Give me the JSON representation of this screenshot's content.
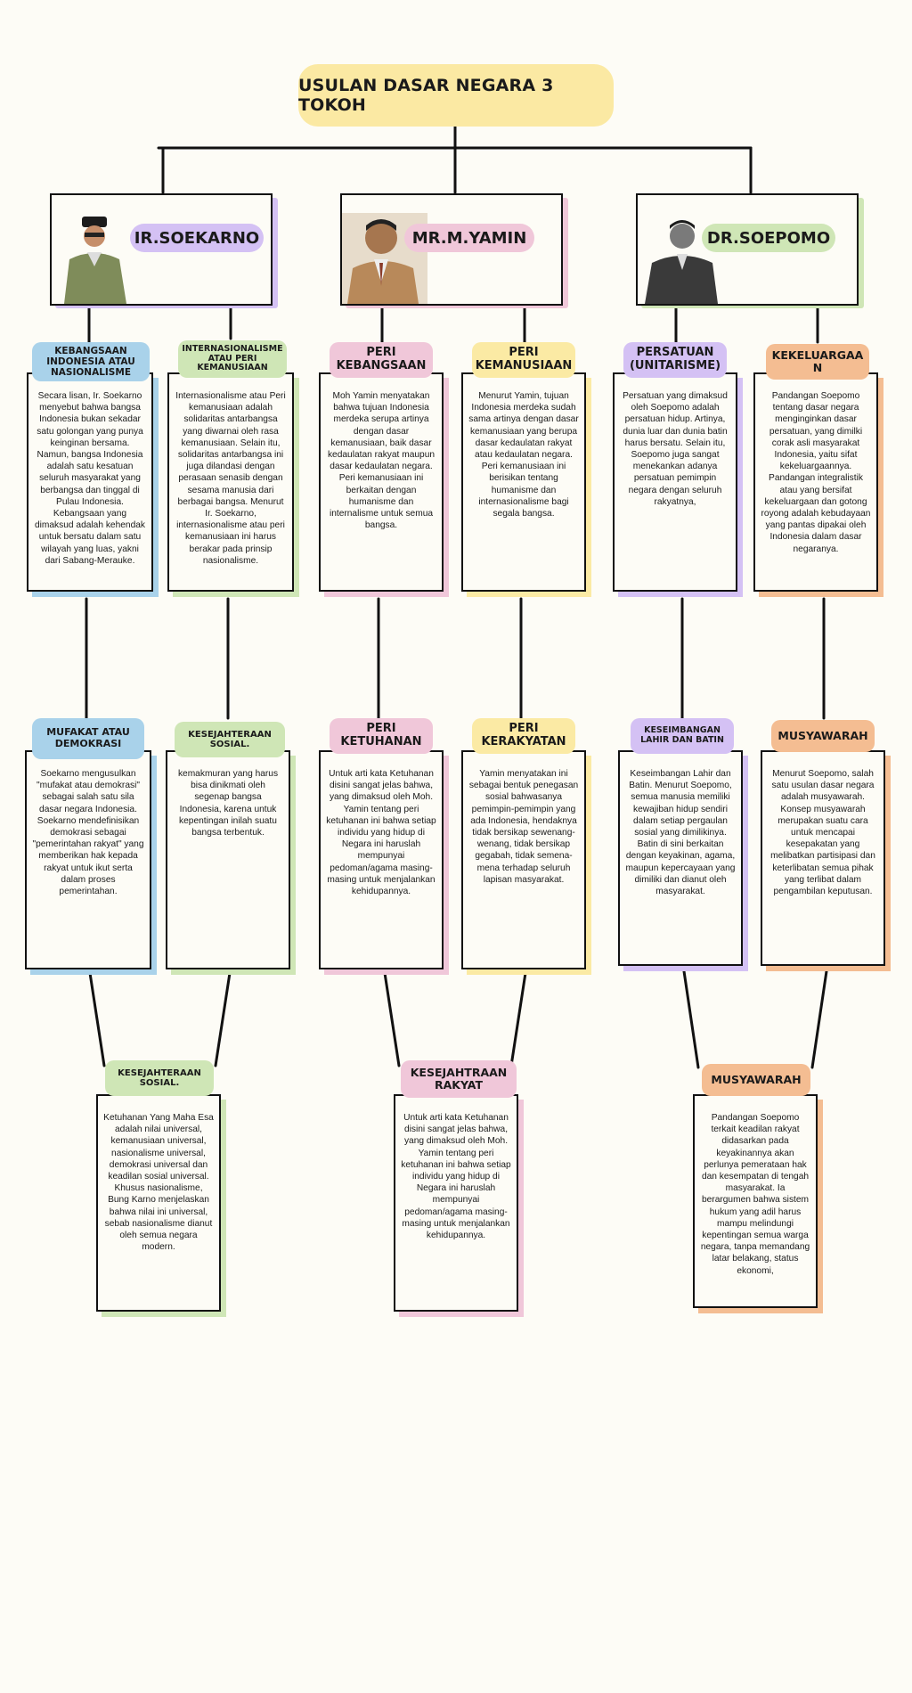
{
  "title": "USULAN DASAR NEGARA 3 TOKOH",
  "colors": {
    "blue": "#a9d2ea",
    "green": "#cfe6b6",
    "pink": "#f0c7d9",
    "yellow": "#fbeaa4",
    "purple": "#d4c1f4",
    "orange": "#f4bd92"
  },
  "figures": [
    {
      "name": "IR.SOEKARNO"
    },
    {
      "name": "MR.M.YAMIN"
    },
    {
      "name": "DR.SOEPOMO"
    }
  ],
  "row1": [
    {
      "heading": "KEBANGSAAN INDONESIA ATAU NASIONALISME",
      "text": "Secara lisan, Ir. Soekarno menyebut bahwa bangsa Indonesia bukan sekadar satu golongan yang punya keinginan bersama. Namun, bangsa Indonesia adalah satu kesatuan seluruh masyarakat yang berbangsa dan tinggal di Pulau Indonesia. Kebangsaan yang dimaksud adalah kehendak untuk bersatu dalam satu wilayah yang luas, yakni dari Sabang-Merauke."
    },
    {
      "heading": "INTERNASIONALISME ATAU PERI KEMANUSIAAN",
      "text": "Internasionalisme atau Peri kemanusiaan adalah solidaritas antarbangsa yang diwarnai oleh rasa kemanusiaan. Selain itu, solidaritas antarbangsa ini juga dilandasi dengan perasaan senasib dengan sesama manusia dari berbagai bangsa. Menurut Ir. Soekarno, internasionalisme atau peri kemanusiaan ini harus berakar pada prinsip nasionalisme."
    },
    {
      "heading": "PERI KEBANGSAAN",
      "text": "Moh Yamin menyatakan bahwa tujuan Indonesia merdeka serupa artinya dengan dasar kemanusiaan, baik dasar kedaulatan rakyat maupun dasar kedaulatan negara. Peri kemanusiaan ini berkaitan dengan humanisme dan internalisme untuk semua bangsa."
    },
    {
      "heading": "PERI KEMANUSIAAN",
      "text": "Menurut Yamin, tujuan Indonesia merdeka sudah sama artinya dengan dasar kemanusiaan yang berupa dasar kedaulatan rakyat atau kedaulatan negara. Peri kemanusiaan ini berisikan tentang humanisme dan internasionalisme bagi segala bangsa."
    },
    {
      "heading": "PERSATUAN (UNITARISME)",
      "text": "Persatuan yang dimaksud oleh Soepomo adalah persatuan hidup. Artinya, dunia luar dan dunia batin harus bersatu. Selain itu, Soepomo juga sangat menekankan adanya persatuan pemimpin negara dengan seluruh rakyatnya,"
    },
    {
      "heading": "KEKELUARGAAN",
      "text": "Pandangan Soepomo tentang dasar negara menginginkan dasar persatuan, yang dimilki corak asli masyarakat Indonesia, yaitu sifat kekeluargaannya. Pandangan integralistik atau yang bersifat kekeluargaan dan gotong royong adalah kebudayaan yang pantas dipakai oleh Indonesia dalam dasar negaranya."
    }
  ],
  "row2": [
    {
      "heading": "MUFAKAT ATAU DEMOKRASI",
      "text": "Soekarno mengusulkan \"mufakat atau demokrasi\" sebagai salah satu sila dasar negara Indonesia. Soekarno mendefinisikan demokrasi sebagai \"pemerintahan rakyat\" yang memberikan hak kepada rakyat untuk ikut serta dalam proses pemerintahan."
    },
    {
      "heading": "KESEJAHTERAAN SOSIAL.",
      "text": "kemakmuran yang harus bisa dinikmati oleh segenap bangsa Indonesia, karena untuk kepentingan inilah suatu bangsa terbentuk."
    },
    {
      "heading": "PERI KETUHANAN",
      "text": "Untuk arti kata Ketuhanan disini sangat jelas bahwa, yang dimaksud oleh Moh. Yamin tentang peri ketuhanan ini bahwa setiap individu yang hidup di Negara ini haruslah mempunyai pedoman/agama masing-masing untuk menjalankan kehidupannya."
    },
    {
      "heading": "PERI KERAKYATAN",
      "text": "Yamin menyatakan ini sebagai bentuk penegasan sosial bahwasanya pemimpin-pemimpin yang ada Indonesia, hendaknya tidak bersikap sewenang-wenang, tidak bersikap gegabah, tidak semena-mena terhadap seluruh lapisan masyarakat."
    },
    {
      "heading": "KESEIMBANGAN LAHIR DAN BATIN",
      "text": "Keseimbangan Lahir dan Batin. Menurut Soepomo, semua manusia memiliki kewajiban hidup sendiri dalam setiap pergaulan sosial yang dimilikinya. Batin di sini berkaitan dengan keyakinan, agama, maupun kepercayaan yang dimiliki dan dianut oleh masyarakat."
    },
    {
      "heading": "MUSYAWARAH",
      "text": "Menurut Soepomo, salah satu usulan dasar negara adalah musyawarah. Konsep musyawarah merupakan suatu cara untuk mencapai kesepakatan yang melibatkan partisipasi dan keterlibatan semua pihak yang terlibat dalam pengambilan keputusan."
    }
  ],
  "row3": [
    {
      "heading": "KESEJAHTERAAN SOSIAL.",
      "text": "Ketuhanan Yang Maha Esa adalah nilai universal, kemanusiaan universal, nasionalisme universal, demokrasi universal dan keadilan sosial universal. Khusus nasionalisme, Bung Karno menjelaskan bahwa nilai ini universal, sebab nasionalisme dianut oleh semua negara modern."
    },
    {
      "heading": "KESEJAHTRAAN RAKYAT",
      "text": "Untuk arti kata Ketuhanan disini sangat jelas bahwa, yang dimaksud oleh Moh. Yamin tentang peri ketuhanan ini bahwa setiap individu yang hidup di Negara ini haruslah mempunyai pedoman/agama masing-masing untuk menjalankan kehidupannya."
    },
    {
      "heading": "MUSYAWARAH",
      "text": "Pandangan Soepomo terkait keadilan rakyat didasarkan pada keyakinannya akan perlunya pemerataan hak dan kesempatan di tengah masyarakat. Ia berargumen bahwa sistem hukum yang adil harus mampu melindungi kepentingan semua warga negara, tanpa memandang latar belakang, status ekonomi,"
    }
  ]
}
